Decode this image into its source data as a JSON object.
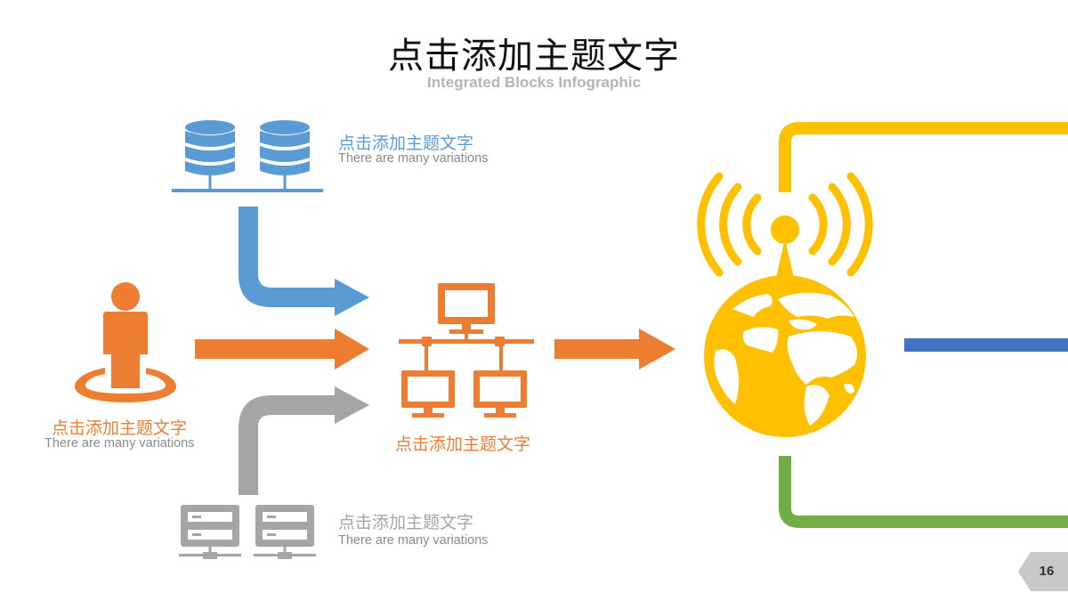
{
  "slide": {
    "title": "点击添加主题文字",
    "subtitle": "Integrated Blocks Infographic",
    "page_number": "16"
  },
  "nodes": {
    "database": {
      "icon": "database-icon",
      "title": "点击添加主题文字",
      "desc": "There are many variations",
      "color": "#5b9bd5"
    },
    "user": {
      "icon": "user-icon",
      "title": "点击添加主题文字",
      "desc": "There are many variations",
      "color": "#ed7d31"
    },
    "network": {
      "icon": "network-icon",
      "title": "点击添加主题文字",
      "color": "#ed7d31"
    },
    "server": {
      "icon": "server-icon",
      "title": "点击添加主题文字",
      "desc": "There are many variations",
      "color": "#a5a5a5"
    },
    "globe": {
      "icon": "globe-antenna-icon",
      "color": "#ffc000"
    }
  },
  "colors": {
    "blue": "#5b9bd5",
    "orange": "#ed7d31",
    "gray": "#a5a5a5",
    "yellow": "#ffc000",
    "green": "#70ad47",
    "dark_blue": "#4472c4",
    "title": "#111111",
    "subtitle": "#b4b4b4"
  }
}
